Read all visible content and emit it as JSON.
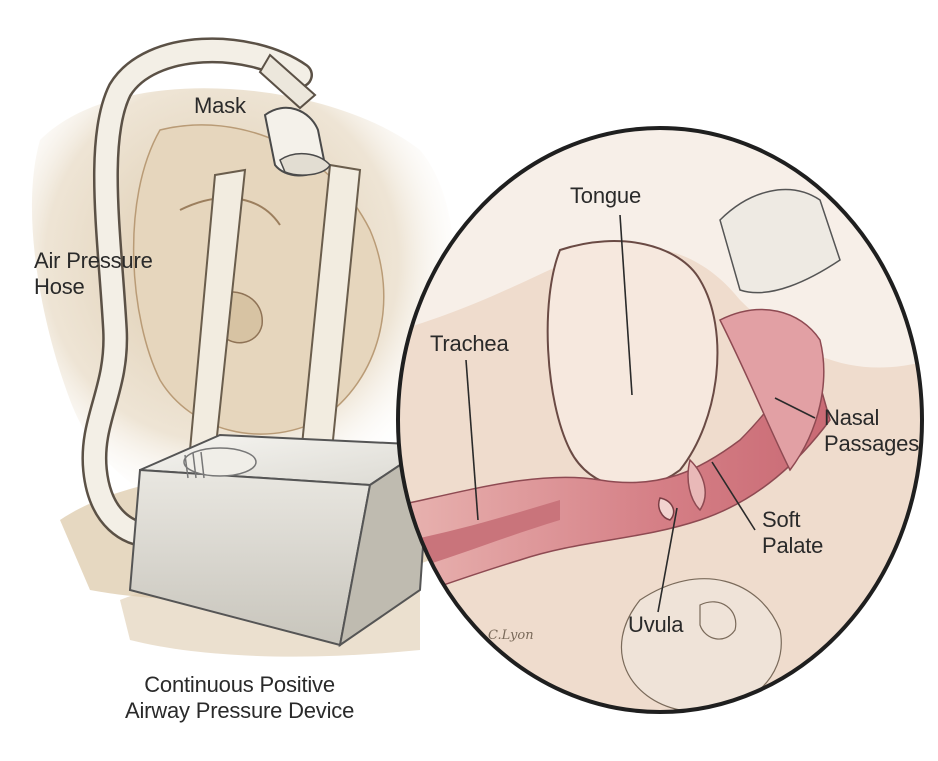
{
  "labels": {
    "mask": "Mask",
    "air_pressure_hose": [
      "Air Pressure",
      "Hose"
    ],
    "tongue": "Tongue",
    "trachea": "Trachea",
    "nasal_passages": [
      "Nasal",
      "Passages"
    ],
    "soft_palate": [
      "Soft",
      "Palate"
    ],
    "uvula": "Uvula",
    "device": [
      "Continuous Positive",
      "Airway Pressure Device"
    ]
  },
  "signature": "C.Lyon",
  "colors": {
    "skin": "#e8d8c0",
    "skin_shadow": "#c9b08c",
    "tissue": "#d88a8e",
    "tissue_light": "#f2cfc8",
    "outline": "#3a3a3a",
    "device": "#ecebe6"
  }
}
